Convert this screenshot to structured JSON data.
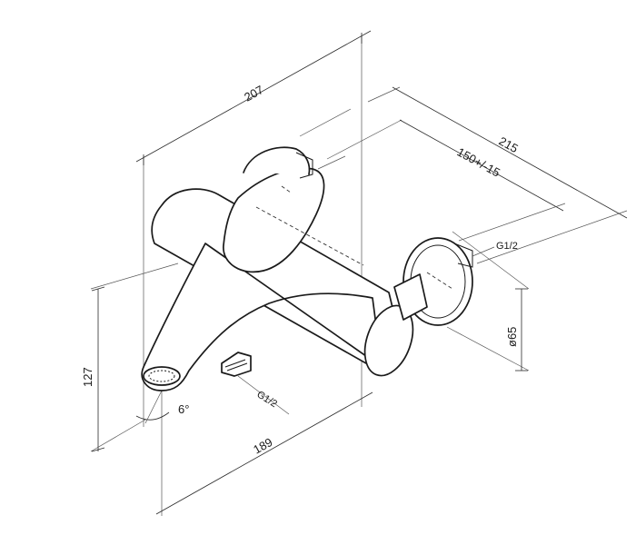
{
  "dimensions": {
    "overall_length": "207",
    "total_projection": "215",
    "connection_spacing": "150+/-15",
    "escutcheon_diameter": "ø65",
    "height": "127",
    "spout_length": "189",
    "spout_angle": "6°"
  },
  "threads": {
    "inlet": "G1/2",
    "outlet": "G1/2"
  }
}
